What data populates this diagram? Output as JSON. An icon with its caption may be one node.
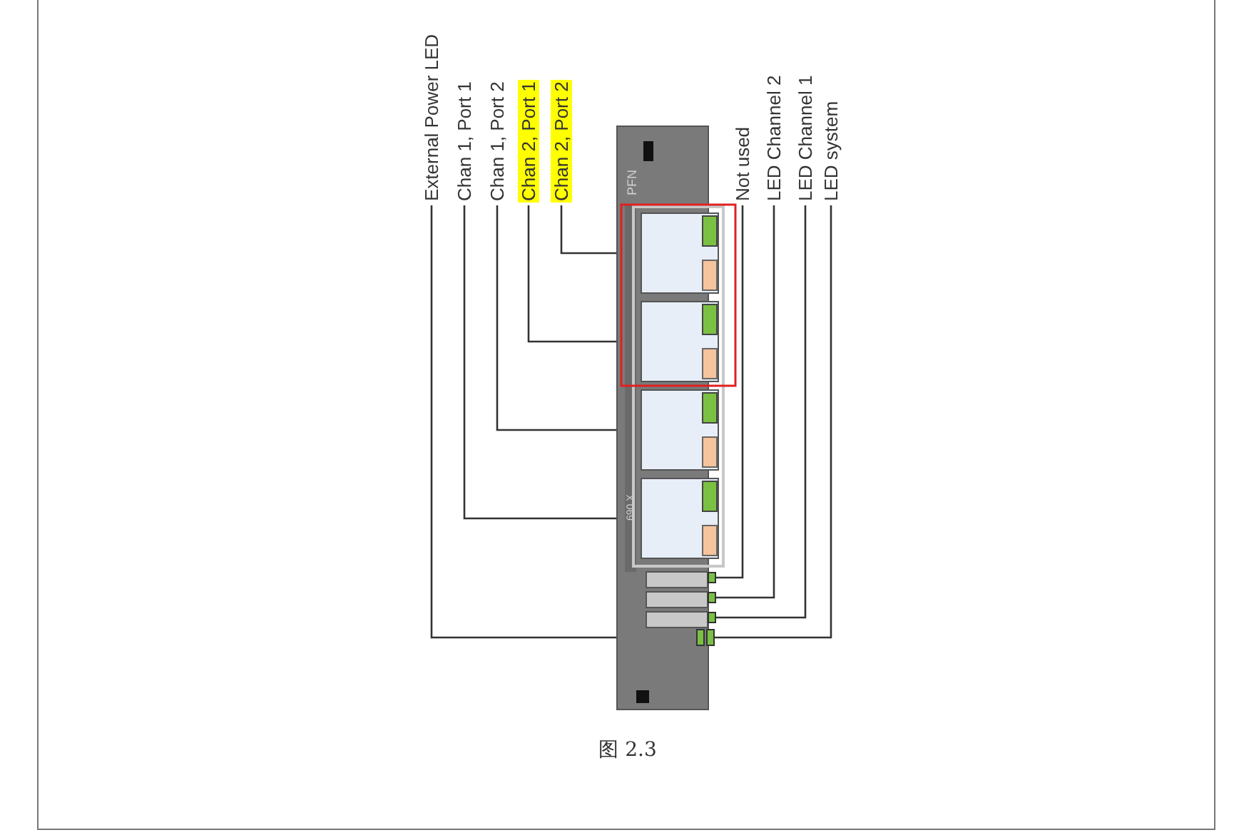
{
  "diagram": {
    "caption": "图 2.3",
    "nodes": [
      {
        "text": [
          "External Power LED"
        ]
      },
      {
        "text": [
          "Chan 1, Port 1"
        ]
      },
      {
        "text": [
          "Chan 1, Port 2"
        ]
      },
      {
        "text": [
          "Chan 2, Port 1"
        ]
      },
      {
        "text": [
          "Chan 2, Port 2"
        ]
      },
      {
        "text": [
          "Not used"
        ]
      },
      {
        "text": [
          "LED Channel 2"
        ]
      },
      {
        "text": [
          "LED Channel 1"
        ]
      },
      {
        "text": [
          "LED system"
        ]
      },
      {
        "text": [
          "PFN",
          "690 X"
        ]
      },
      {
        "text": [],
        "shape": "box",
        "in": 9
      },
      {
        "text": [],
        "shape": "box",
        "in": 9
      },
      {
        "text": [],
        "shape": "box",
        "in": 9
      },
      {
        "text": [],
        "shape": "box",
        "in": 9
      },
      {
        "text": [],
        "shape": "box",
        "in": 9
      },
      {
        "text": [],
        "shape": "box",
        "in": 9
      },
      {
        "text": [],
        "shape": "box",
        "in": 9
      },
      {
        "text": [],
        "shape": "box",
        "in": 9
      },
      {
        "text": [],
        "shape": "box",
        "in": 9
      }
    ],
    "edges": [
      {
        "from": 0,
        "to": 17,
        "arrow": "none"
      },
      {
        "from": 1,
        "to": 13,
        "arrow": "none"
      },
      {
        "from": 2,
        "to": 12,
        "arrow": "none"
      },
      {
        "from": 3,
        "to": 11,
        "arrow": "none"
      },
      {
        "from": 4,
        "to": 10,
        "arrow": "none"
      },
      {
        "from": 5,
        "to": 14,
        "arrow": "none"
      },
      {
        "from": 6,
        "to": 15,
        "arrow": "none"
      },
      {
        "from": 7,
        "to": 16,
        "arrow": "none"
      },
      {
        "from": 8,
        "to": 18,
        "arrow": "none"
      }
    ]
  }
}
